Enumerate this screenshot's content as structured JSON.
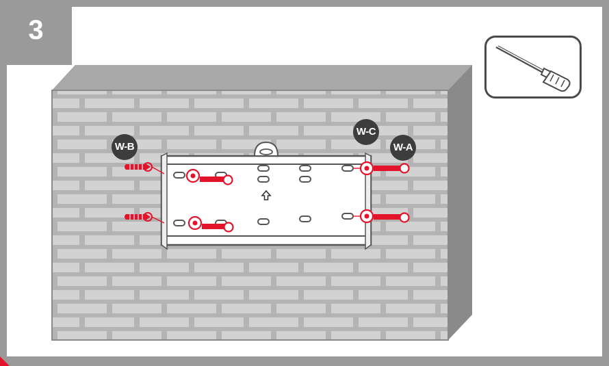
{
  "step": {
    "number": "3"
  },
  "labels": {
    "wb": "W-B",
    "wc": "W-C",
    "wa": "W-A"
  },
  "icons": {
    "tool": "screwdriver-icon",
    "orientation": "up-arrow-icon"
  },
  "colors": {
    "frame": "#9a9a9a",
    "wall_fill": "#b4b4b4",
    "brick": "#d2d2d2",
    "accent": "#e3132b",
    "badge": "#3d3d3d"
  }
}
